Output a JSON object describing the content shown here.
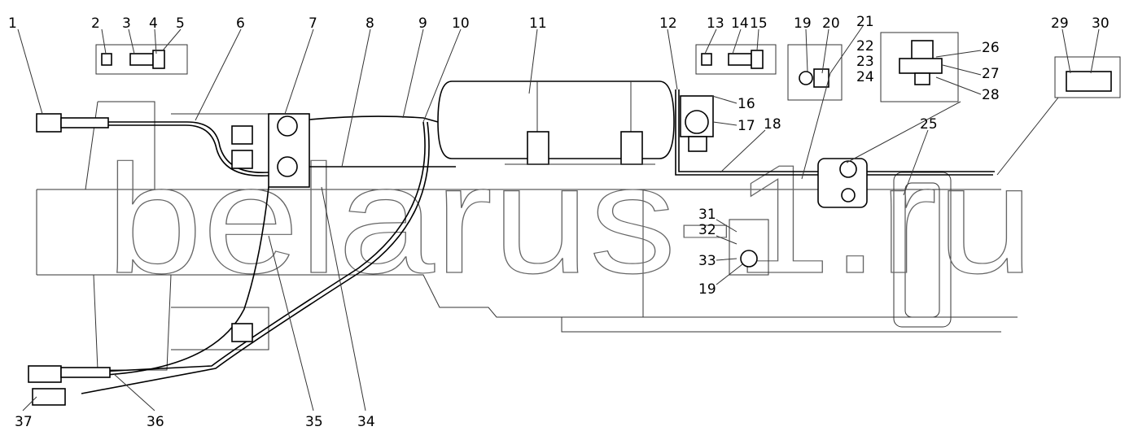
{
  "watermark": "belarus-1.ru",
  "callouts": [
    "1",
    "2",
    "3",
    "4",
    "5",
    "6",
    "7",
    "8",
    "9",
    "10",
    "11",
    "12",
    "13",
    "14",
    "15",
    "16",
    "17",
    "18",
    "19",
    "20",
    "21",
    "22",
    "23",
    "24",
    "25",
    "26",
    "27",
    "28",
    "29",
    "30",
    "31",
    "32",
    "33",
    "19",
    "34",
    "35",
    "36",
    "37"
  ]
}
